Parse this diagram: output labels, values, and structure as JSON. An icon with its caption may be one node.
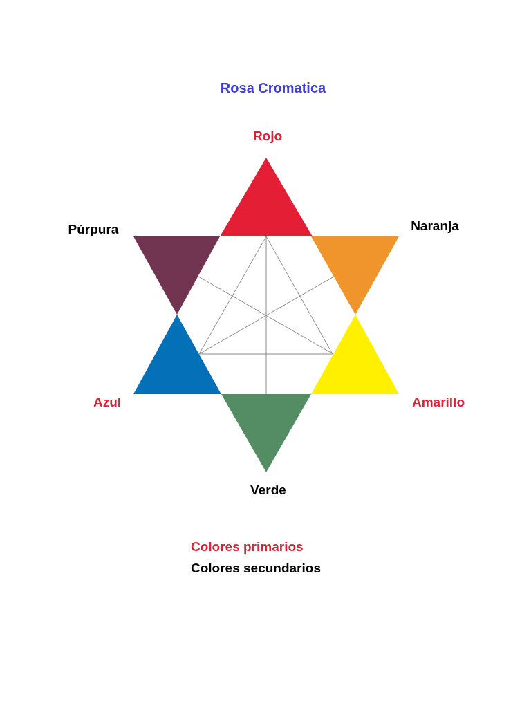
{
  "diagram": {
    "title": "Rosa Cromatica",
    "nodes": [
      {
        "text": [
          "Rojo"
        ]
      },
      {
        "text": [
          "Púrpura"
        ]
      },
      {
        "text": [
          "Naranja"
        ]
      },
      {
        "text": [
          "Azul"
        ]
      },
      {
        "text": [
          "Amarillo"
        ]
      },
      {
        "text": [
          "Verde"
        ]
      }
    ],
    "edges": [
      {
        "from": 0,
        "to": 5,
        "arrow": "none"
      },
      {
        "from": 1,
        "to": 4,
        "arrow": "none"
      },
      {
        "from": 2,
        "to": 3,
        "arrow": "none"
      }
    ],
    "legend": [
      {
        "text": "Colores primarios",
        "color": "#e31e35"
      },
      {
        "text": "Colores secundarios",
        "color": "#000000"
      }
    ]
  }
}
